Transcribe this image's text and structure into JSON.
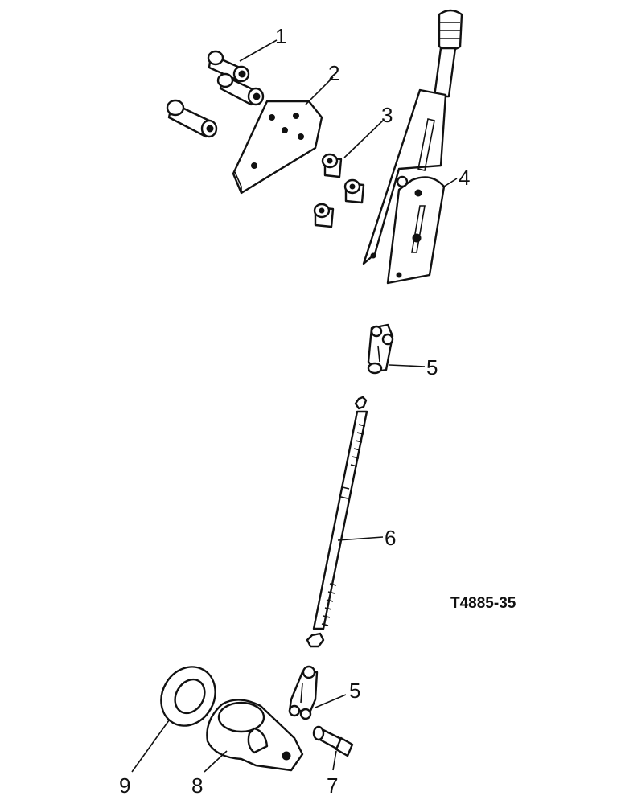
{
  "figure": {
    "id": "T4885-35",
    "callouts": [
      "1",
      "2",
      "3",
      "4",
      "5",
      "6",
      "5",
      "7",
      "8",
      "9"
    ]
  }
}
